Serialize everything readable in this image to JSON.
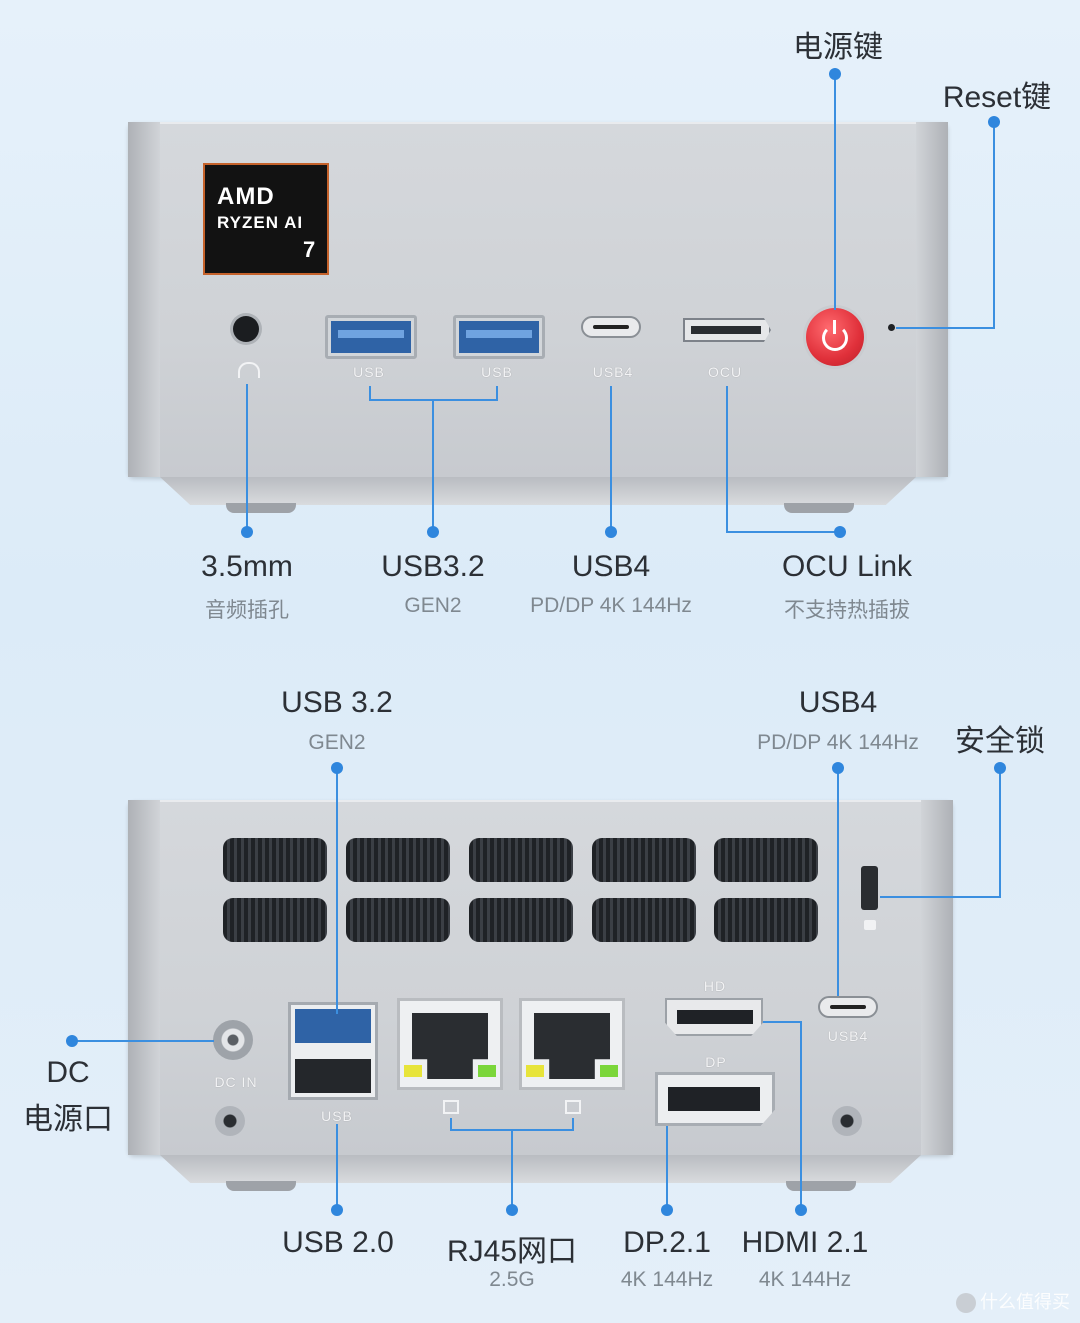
{
  "top": {
    "amd_badge": {
      "line1": "AMD",
      "line2": "RYZEN AI",
      "line3": "7"
    },
    "port_labels": {
      "usb_a1": "USB",
      "usb_a2": "USB",
      "usb4": "USB4",
      "ocu": "OCU"
    },
    "callouts": {
      "power": "电源键",
      "reset": "Reset键",
      "audio_title": "3.5mm",
      "audio_sub": "音频插孔",
      "usb32_title": "USB3.2",
      "usb32_sub": "GEN2",
      "usb4_title": "USB4",
      "usb4_sub": "PD/DP 4K 144Hz",
      "ocu_title": "OCU Link",
      "ocu_sub": "不支持热插拔"
    }
  },
  "bottom": {
    "port_labels": {
      "dc_in": "DC IN",
      "usb": "USB",
      "hd": "HD",
      "dp": "DP",
      "usb4": "USB4"
    },
    "callouts": {
      "usb32_title": "USB 3.2",
      "usb32_sub": "GEN2",
      "usb4_title": "USB4",
      "usb4_sub": "PD/DP 4K 144Hz",
      "lock_title": "安全锁",
      "dc_title_1": "DC",
      "dc_title_2": "电源口",
      "usb20_title": "USB 2.0",
      "rj45_title": "RJ45网口",
      "rj45_sub": "2.5G",
      "dp_title": "DP.2.1",
      "dp_sub": "4K 144Hz",
      "hdmi_title": "HDMI 2.1",
      "hdmi_sub": "4K 144Hz"
    }
  },
  "watermark": "什么值得买",
  "colors": {
    "accent": "#2f86dd",
    "power_red": "#e0303a",
    "port_blue": "#2f63a6"
  }
}
